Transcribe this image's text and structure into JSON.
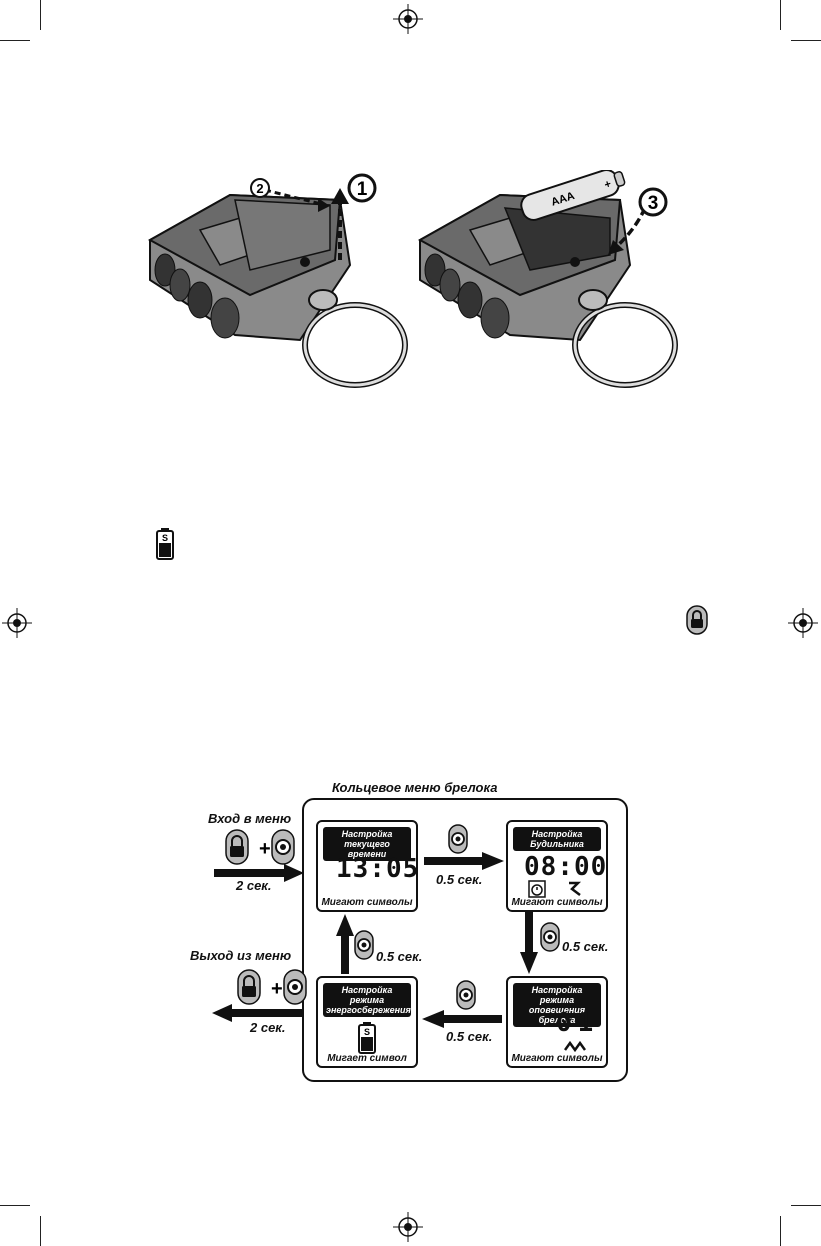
{
  "illustration": {
    "battery_label": "AAA",
    "battery_plus": "+",
    "steps": [
      "1",
      "2",
      "3"
    ]
  },
  "menu": {
    "title": "Кольцевое меню брелока",
    "enter_label": "Вход  в меню",
    "enter_time": "2 сек.",
    "exit_label": "Выход  из меню",
    "exit_time": "2 сек.",
    "plus": "+",
    "step_time": "0.5 сек.",
    "boxes": [
      {
        "head": "Настройка текущего времени",
        "display": "13:05",
        "foot": "Мигают символы"
      },
      {
        "head": "Настройка Будильника",
        "display": "08:00",
        "foot": "Мигают символы"
      },
      {
        "head": "Настройка режима оповещения брелока",
        "display": "01",
        "foot": "Мигают символы"
      },
      {
        "head": "Настройка режима энергосбережения",
        "display": "S",
        "foot": "Мигает символ"
      }
    ]
  },
  "colors": {
    "ink": "#111111",
    "fob_body": "#7a7a7a",
    "fob_dark": "#3a3a3a"
  }
}
